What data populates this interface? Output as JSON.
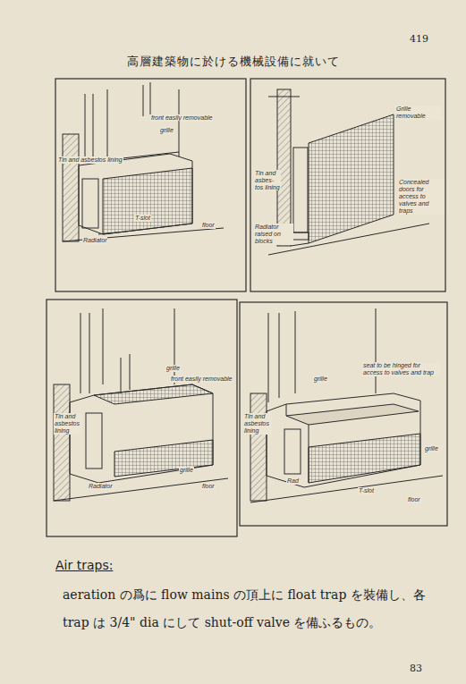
{
  "diagram": {
    "title": "高層建築物に於ける機械設備に就いて",
    "labels": [
      "419",
      "front easily removable",
      "grille",
      "Tin and asbestos lining",
      "Radiator",
      "T-slot",
      "floor",
      "Grille removable",
      "Tin and asbes-tos lining",
      "Radiator raised on blocks",
      "Concealed doors for access to valves and traps",
      "grille",
      "front easily removable",
      "Tin and asbestos lining",
      "Radiator",
      "grille",
      "floor",
      "grille",
      "seat to be hinged for access to valves and trap",
      "Tin and asbestos lining",
      "Rad",
      "grille",
      "T-slot",
      "floor",
      "Air traps:",
      "aeration の爲に flow mains の頂上に float trap を裝備し、各 trap は 3/4\" dia にして shut-off valve を備ふるもの。",
      "83"
    ]
  }
}
